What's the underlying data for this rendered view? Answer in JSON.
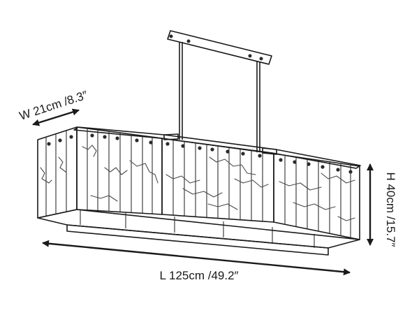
{
  "dimensions": {
    "width_label": "W 21cm /8.3″",
    "height_label": "H 40cm /15.7″",
    "length_label": "L 125cm /49.2″"
  },
  "colors": {
    "line": "#1a1a1a",
    "vein": "#4a4a4a",
    "background": "#ffffff"
  }
}
